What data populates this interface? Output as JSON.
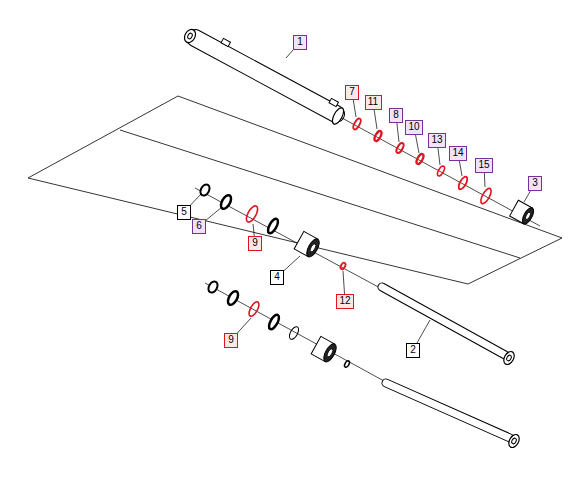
{
  "diagram": {
    "nodes": [
      {
        "text": [
          "1"
        ]
      },
      {
        "text": [
          "7"
        ]
      },
      {
        "text": [
          "11"
        ]
      },
      {
        "text": [
          "8"
        ]
      },
      {
        "text": [
          "10"
        ]
      },
      {
        "text": [
          "13"
        ]
      },
      {
        "text": [
          "14"
        ]
      },
      {
        "text": [
          "15"
        ]
      },
      {
        "text": [
          "3"
        ]
      },
      {
        "text": [
          "5"
        ]
      },
      {
        "text": [
          "6"
        ]
      },
      {
        "text": [
          "9"
        ]
      },
      {
        "text": [
          "4"
        ]
      },
      {
        "text": [
          "12"
        ]
      },
      {
        "text": [
          "9"
        ]
      },
      {
        "text": [
          "2"
        ]
      }
    ]
  }
}
